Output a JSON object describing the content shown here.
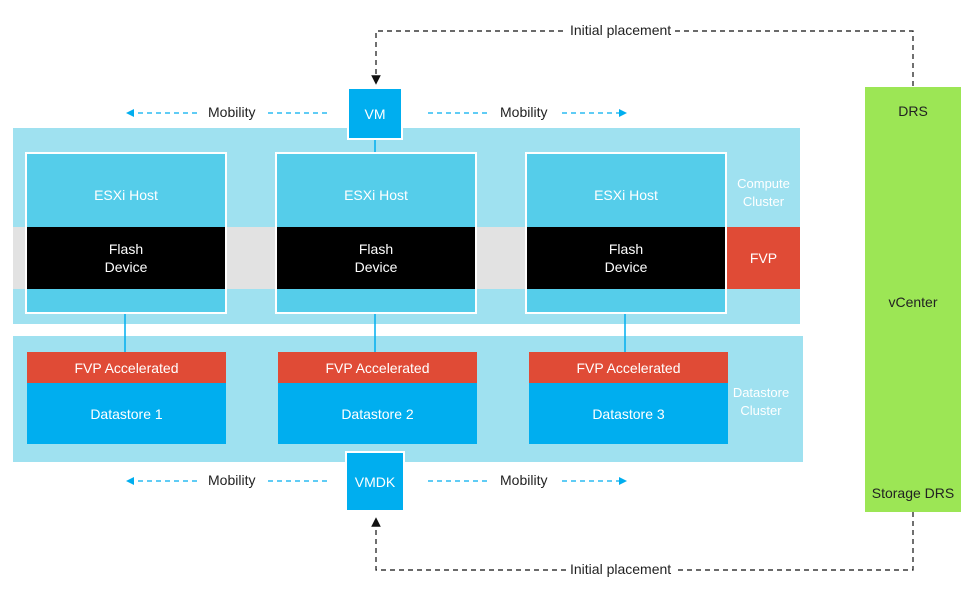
{
  "labels": {
    "initial_placement_top": "Initial placement",
    "initial_placement_bottom": "Initial placement",
    "mobility_top_left": "Mobility",
    "mobility_top_right": "Mobility",
    "mobility_bottom_left": "Mobility",
    "mobility_bottom_right": "Mobility"
  },
  "vm": "VM",
  "vmdk": "VMDK",
  "compute_cluster": {
    "line1": "Compute",
    "line2": "Cluster"
  },
  "datastore_cluster": {
    "line1": "Datastore",
    "line2": "Cluster"
  },
  "fvp": "FVP",
  "hosts": [
    {
      "label": "ESXi Host",
      "flash_line1": "Flash",
      "flash_line2": "Device"
    },
    {
      "label": "ESXi Host",
      "flash_line1": "Flash",
      "flash_line2": "Device"
    },
    {
      "label": "ESXi Host",
      "flash_line1": "Flash",
      "flash_line2": "Device"
    }
  ],
  "datastores": [
    {
      "accelerated": "FVP Accelerated",
      "name": "Datastore 1"
    },
    {
      "accelerated": "FVP Accelerated",
      "name": "Datastore 2"
    },
    {
      "accelerated": "FVP Accelerated",
      "name": "Datastore 3"
    }
  ],
  "vcenter": {
    "top": "DRS",
    "middle": "vCenter",
    "bottom": "Storage DRS"
  },
  "colors": {
    "cyan": "#00aeef",
    "light_cyan": "#9fe1f0",
    "host_blue": "#55cdea",
    "red": "#e04b36",
    "green": "#9ce655"
  }
}
